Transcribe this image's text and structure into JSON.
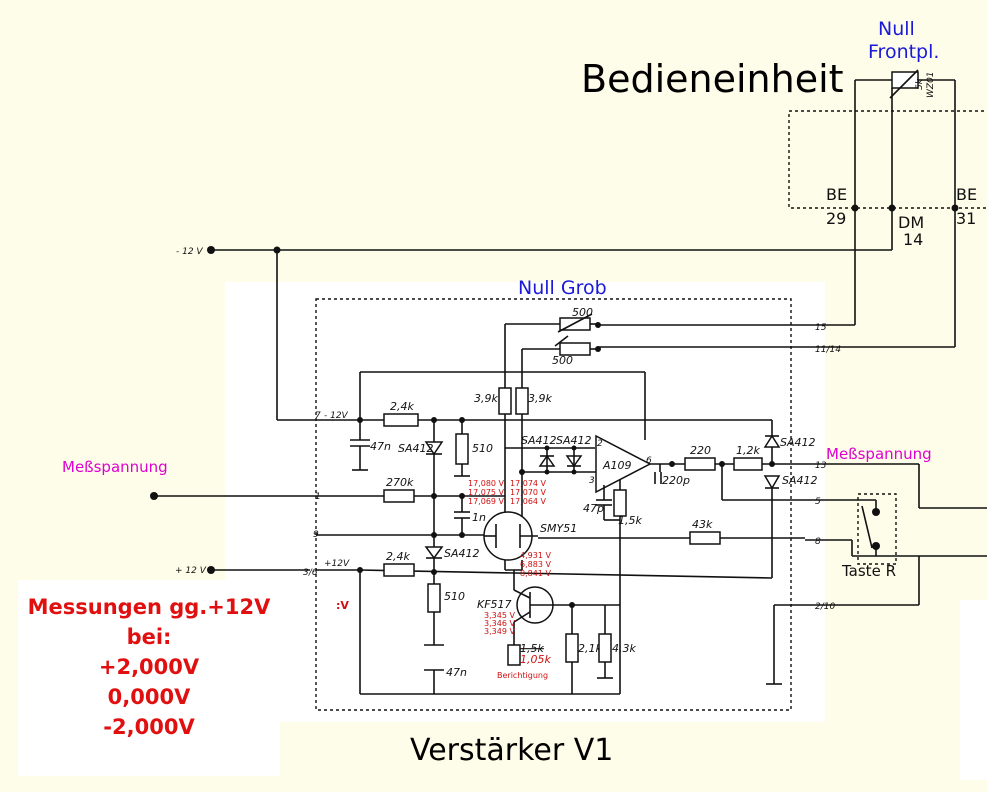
{
  "titles": {
    "control_unit": "Bedieneinheit",
    "amplifier": "Verstärker V1",
    "null_front": "Null",
    "null_front_2": "Frontpl.",
    "null_coarse": "Null Grob",
    "input_left": "Meßspannung",
    "output_right": "Meßspannung",
    "taste": "Taste R"
  },
  "connectors": {
    "be29_a": "BE",
    "be29_b": "29",
    "be31_a": "BE",
    "be31_b": "31",
    "dm14_a": "DM",
    "dm14_b": "14"
  },
  "supplies": {
    "neg_left": "- 12 V",
    "pos_left": "+ 12 V",
    "neg_inside": "- 12V",
    "pos_inside": "+12V",
    "pos_partial": ":V"
  },
  "pins": [
    "15",
    "11/14",
    "13",
    "5",
    "8",
    "2/10",
    "7",
    "9",
    "3/6",
    "1"
  ],
  "components": {
    "r_24k_top": "2,4k",
    "c_47n_top": "47n",
    "d_sa412_left": "SA412",
    "r_510_top": "510",
    "r_270k": "270k",
    "c_1n": "1n",
    "r_39k_a": "3,9k",
    "r_39k_b": "3,9k",
    "d_sa412_a": "SA412",
    "d_sa412_b": "SA412",
    "opamp": "A109",
    "c_47p": "47p",
    "r_15k_op": "1,5k",
    "c_220p": "220p",
    "r_220": "220",
    "r_12k": "1,2k",
    "d_sa412_out1": "SA412",
    "d_sa412_out2": "SA412",
    "pot_500_a": "500",
    "pot_500_b": "500",
    "jfet": "SMY51",
    "r_43k_fb": "43k",
    "r_24k_bot": "2,4k",
    "d_sa412_bot": "SA412",
    "r_510_bot": "510",
    "c_47n_bot": "47n",
    "transistor": "KF517",
    "r_15k_old": "1,5k",
    "r_105k_new": "1,05k",
    "correction": "Berichtigung",
    "r_21k": "2,1k",
    "r_43k_bot": "4,3k",
    "pot_front_a": "5k",
    "pot_front_b": "WZ01"
  },
  "measurements": {
    "opamp_left": [
      "17,080 V",
      "17,075 V",
      "17,069 V"
    ],
    "opamp_right": [
      "17,074 V",
      "17,070 V",
      "17,064 V"
    ],
    "jfet": [
      "4,931 V",
      "6,883 V",
      "8,841 V"
    ],
    "transistor": [
      "3,345 V",
      "3,346 V",
      "3,349 V"
    ]
  },
  "note": {
    "line1": "Messungen gg.+12V",
    "line2": "bei:",
    "line3": "+2,000V",
    "line4": "0,000V",
    "line5": "-2,000V"
  }
}
